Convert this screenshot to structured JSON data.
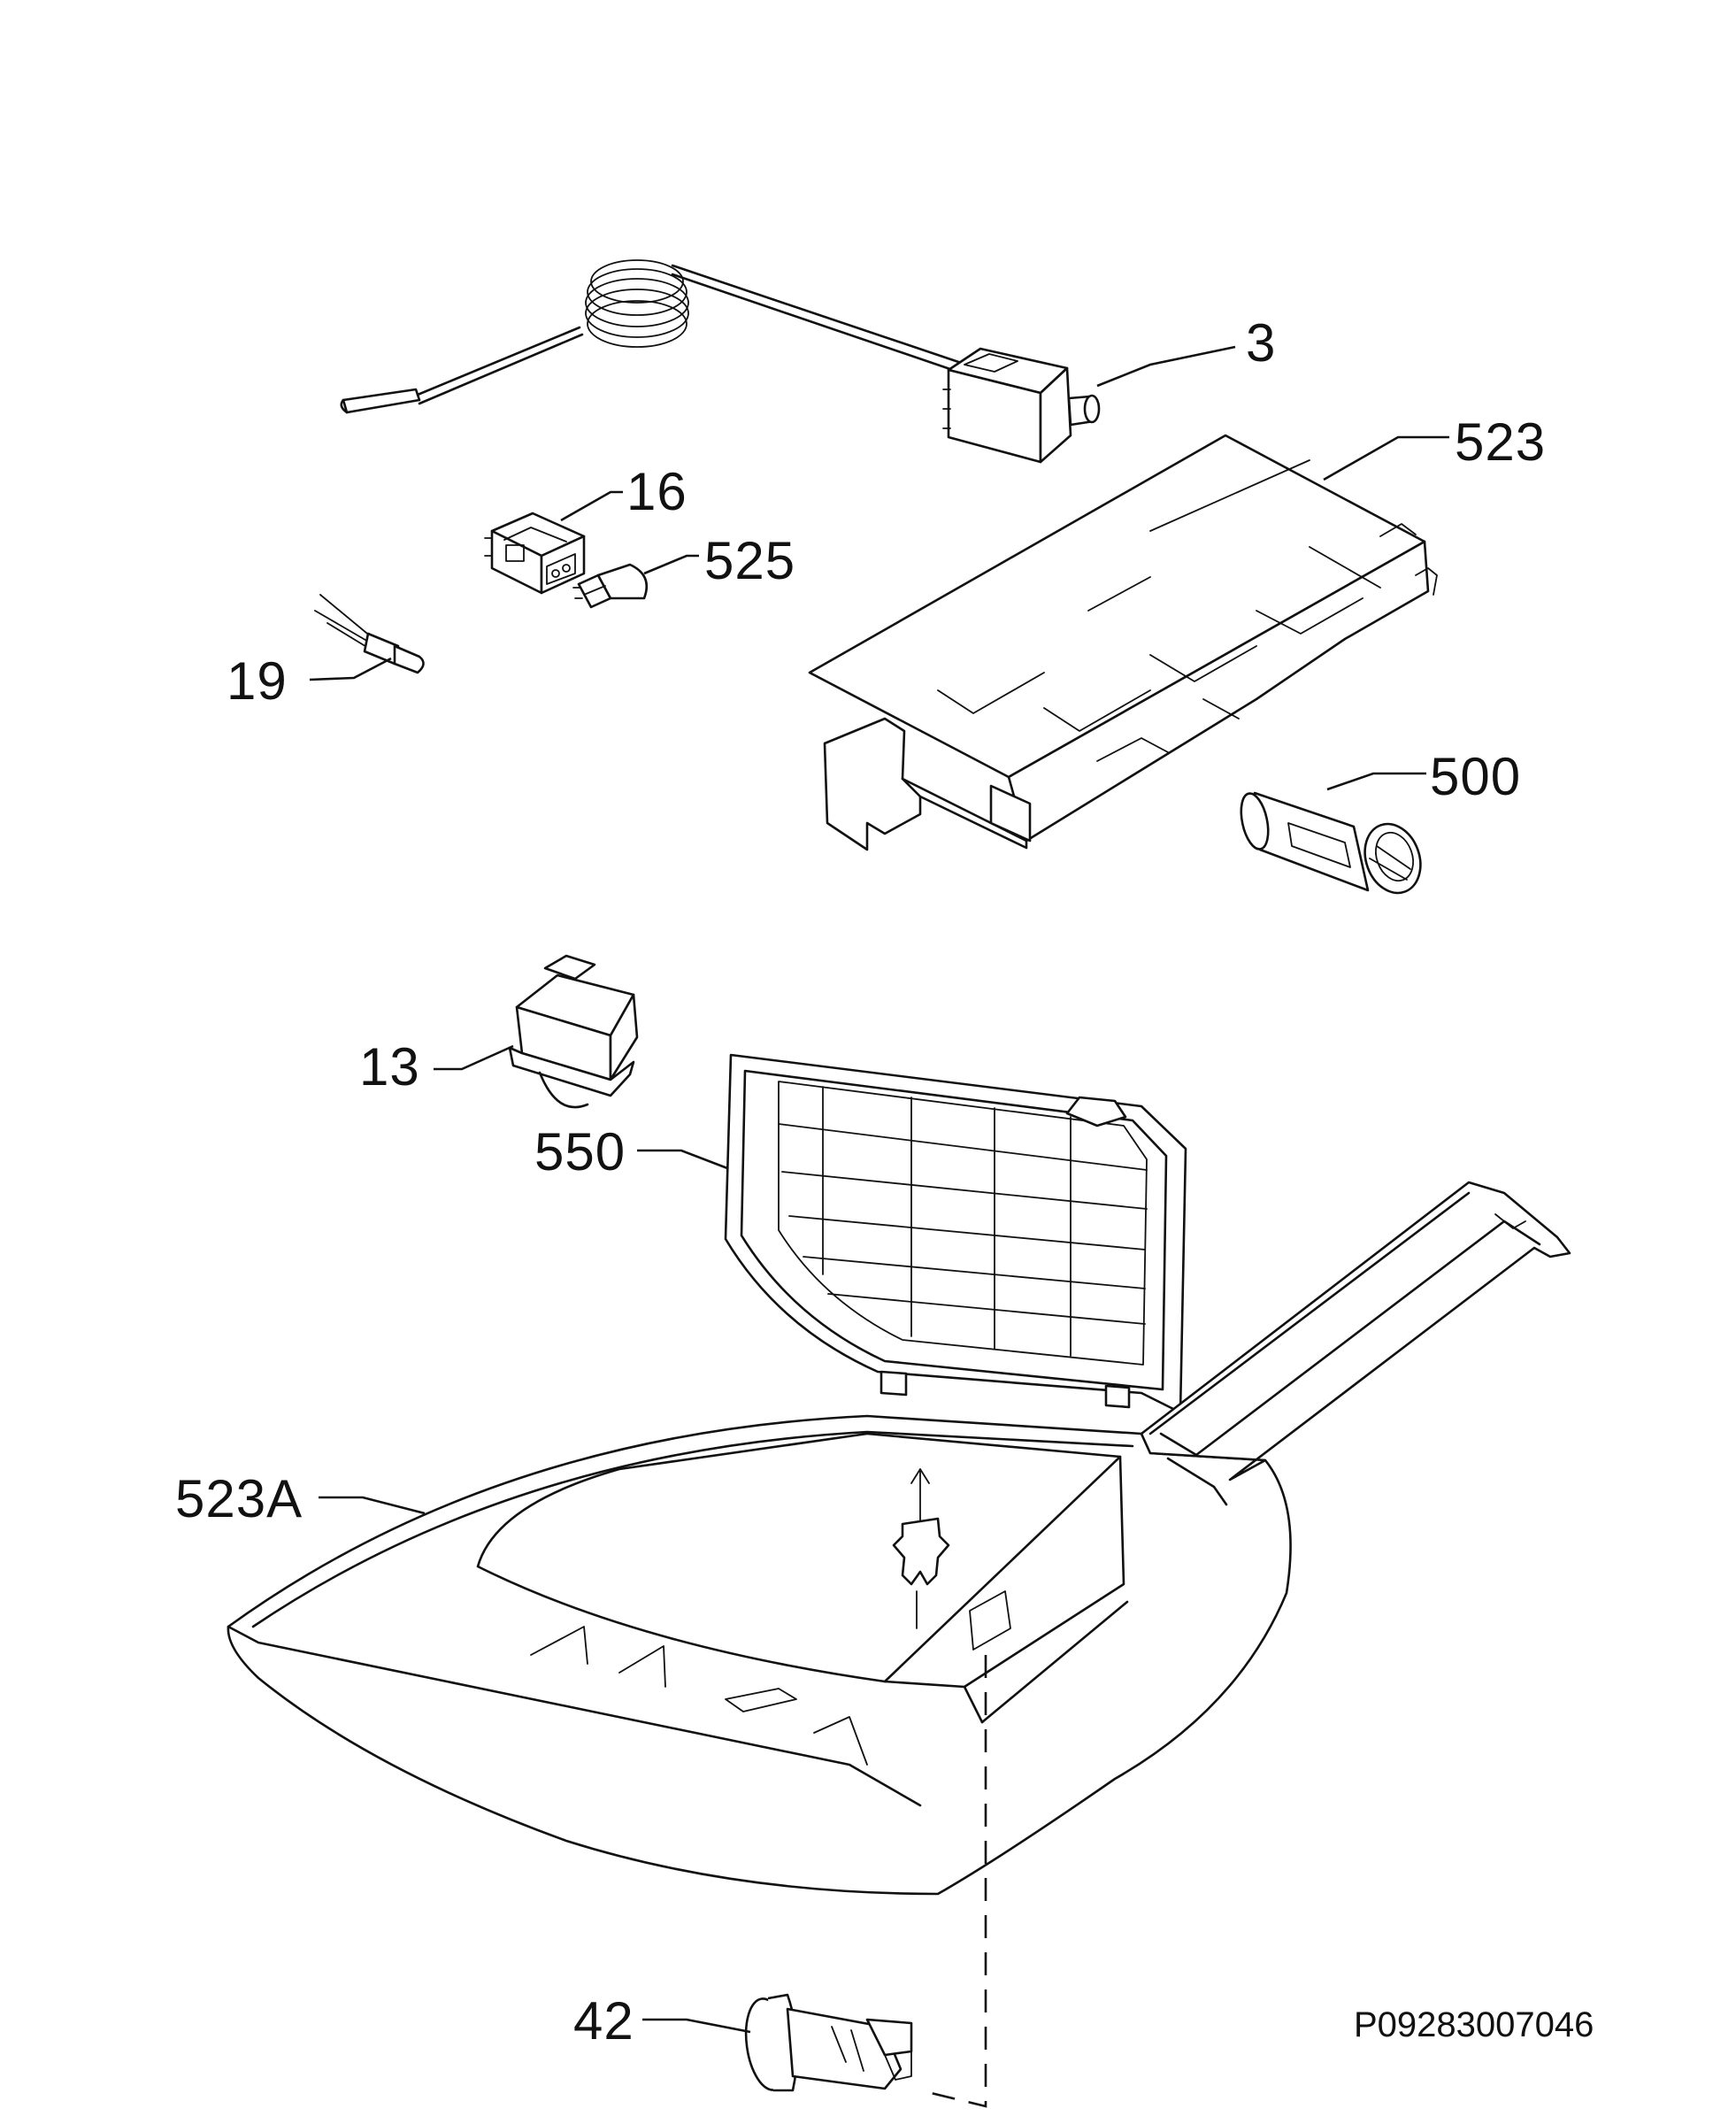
{
  "diagram": {
    "document_number": "P09283007046",
    "callouts": [
      {
        "id": "3",
        "label": "3"
      },
      {
        "id": "523",
        "label": "523"
      },
      {
        "id": "16",
        "label": "16"
      },
      {
        "id": "525",
        "label": "525"
      },
      {
        "id": "19",
        "label": "19"
      },
      {
        "id": "500",
        "label": "500"
      },
      {
        "id": "13",
        "label": "13"
      },
      {
        "id": "550",
        "label": "550"
      },
      {
        "id": "523A",
        "label": "523A"
      },
      {
        "id": "42",
        "label": "42"
      }
    ]
  }
}
